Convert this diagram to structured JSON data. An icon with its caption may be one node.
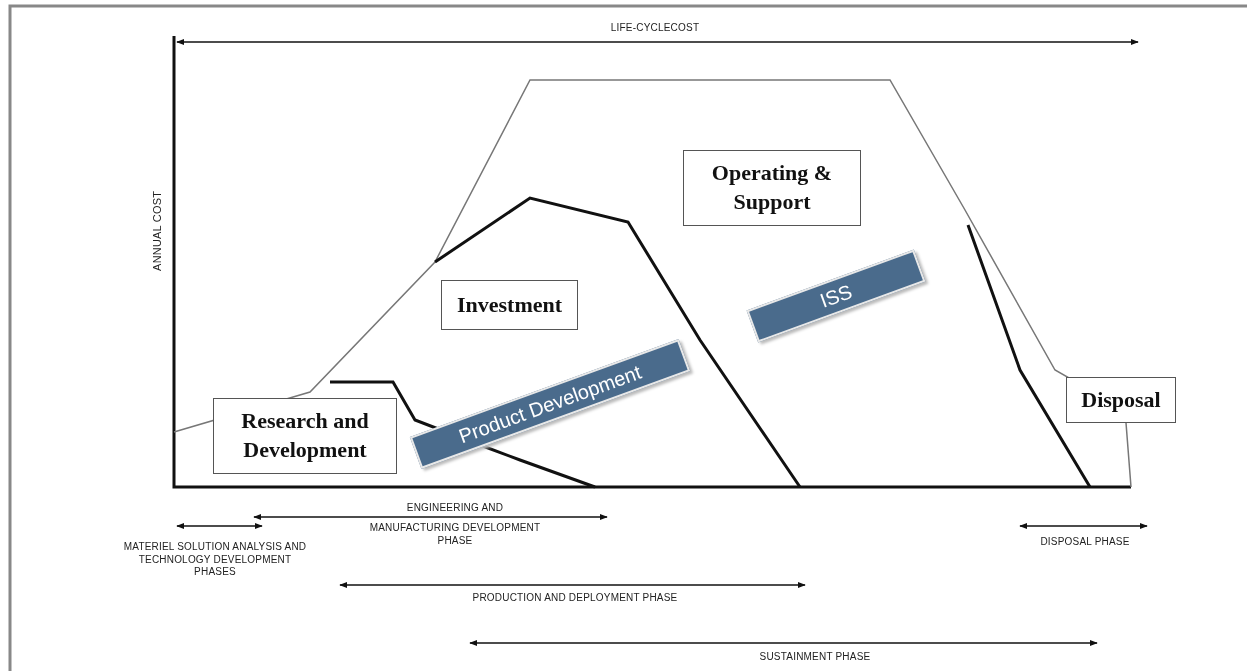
{
  "diagram": {
    "nodes": [
      {
        "text": [
          "Research and Development"
        ]
      },
      {
        "text": [
          "Investment"
        ]
      },
      {
        "text": [
          "Operating & Support"
        ]
      },
      {
        "text": [
          "Disposal"
        ]
      },
      {
        "text": [
          "Product Development"
        ]
      },
      {
        "text": [
          "ISS"
        ]
      }
    ],
    "labels": [
      "LIFE-CYCLECOST",
      "ANNUAL COST",
      "ENGINEERING AND",
      "MANUFACTURING DEVELOPMENT PHASE",
      "MATERIEL SOLUTION ANALYSIS AND TECHNOLOGY DEVELOPMENT PHASES",
      "DISPOSAL PHASE",
      "PRODUCTION AND DEPLOYMENT PHASE",
      "SUSTAINMENT PHASE"
    ]
  }
}
